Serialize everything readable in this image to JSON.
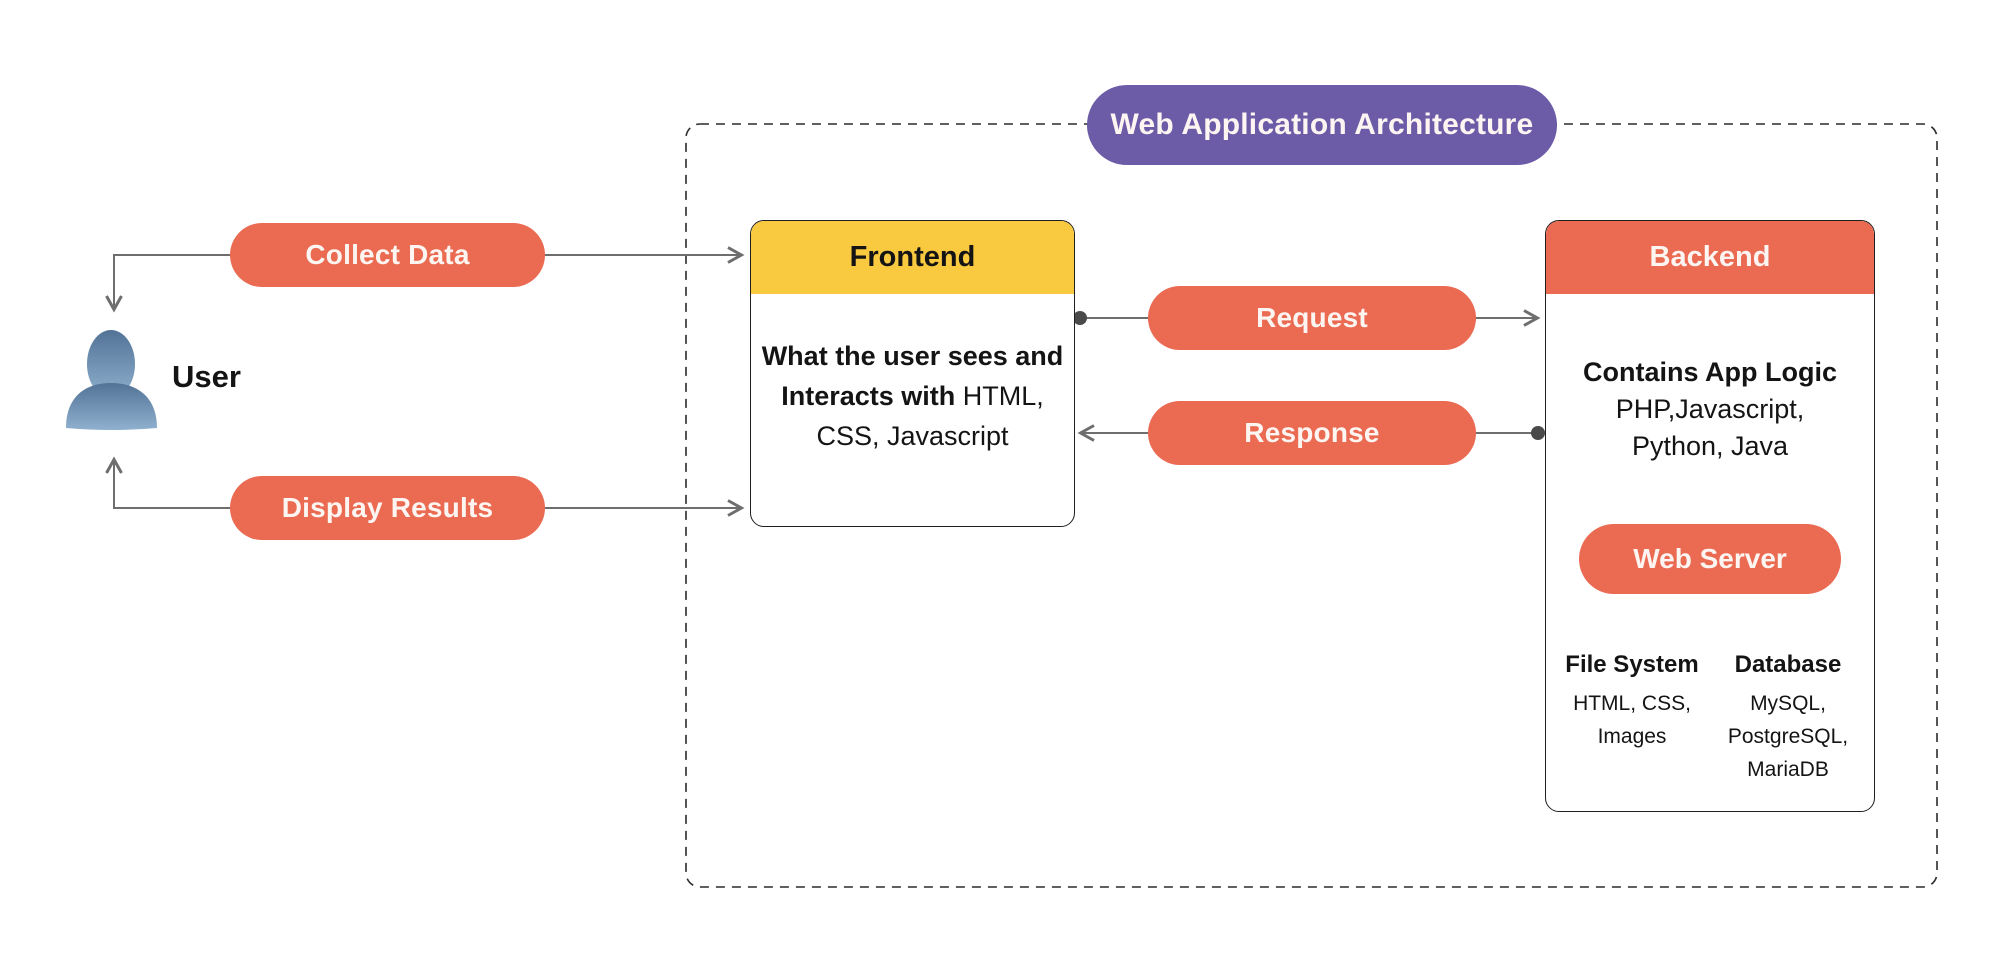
{
  "colors": {
    "accent_salmon": "#EA6A52",
    "purple": "#6C5BA7",
    "yellow": "#F9C93F",
    "pill_text": "#FDF5F2",
    "line_gray": "#6E6E6E",
    "dot_gray": "#4A4A4A",
    "border_dark": "#1F1F1F",
    "dashed_border": "#2B2B2B",
    "text_dark": "#141414",
    "user_icon_top": "#527396",
    "user_icon_bottom": "#8FB0CE"
  },
  "diagram": {
    "title": "Web Application Architecture",
    "user": {
      "label": "User",
      "icon": "user-silhouette-icon"
    },
    "flows": {
      "collect_data": "Collect Data",
      "display_results": "Display Results",
      "request": "Request",
      "response": "Response"
    },
    "frontend": {
      "title": "Frontend",
      "desc_bold_line1": "What the user sees and",
      "desc_bold_line2": "Interacts with",
      "desc_regular_line2": "HTML,",
      "desc_regular_line3": "CSS, Javascript"
    },
    "backend": {
      "title": "Backend",
      "logic_heading": "Contains App Logic",
      "logic_line1": "PHP,Javascript,",
      "logic_line2": "Python, Java",
      "web_server_label": "Web Server",
      "file_system": {
        "heading": "File System",
        "line1": "HTML, CSS,",
        "line2": "Images"
      },
      "database": {
        "heading": "Database",
        "line1": "MySQL,",
        "line2": "PostgreSQL,",
        "line3": "MariaDB"
      }
    }
  }
}
